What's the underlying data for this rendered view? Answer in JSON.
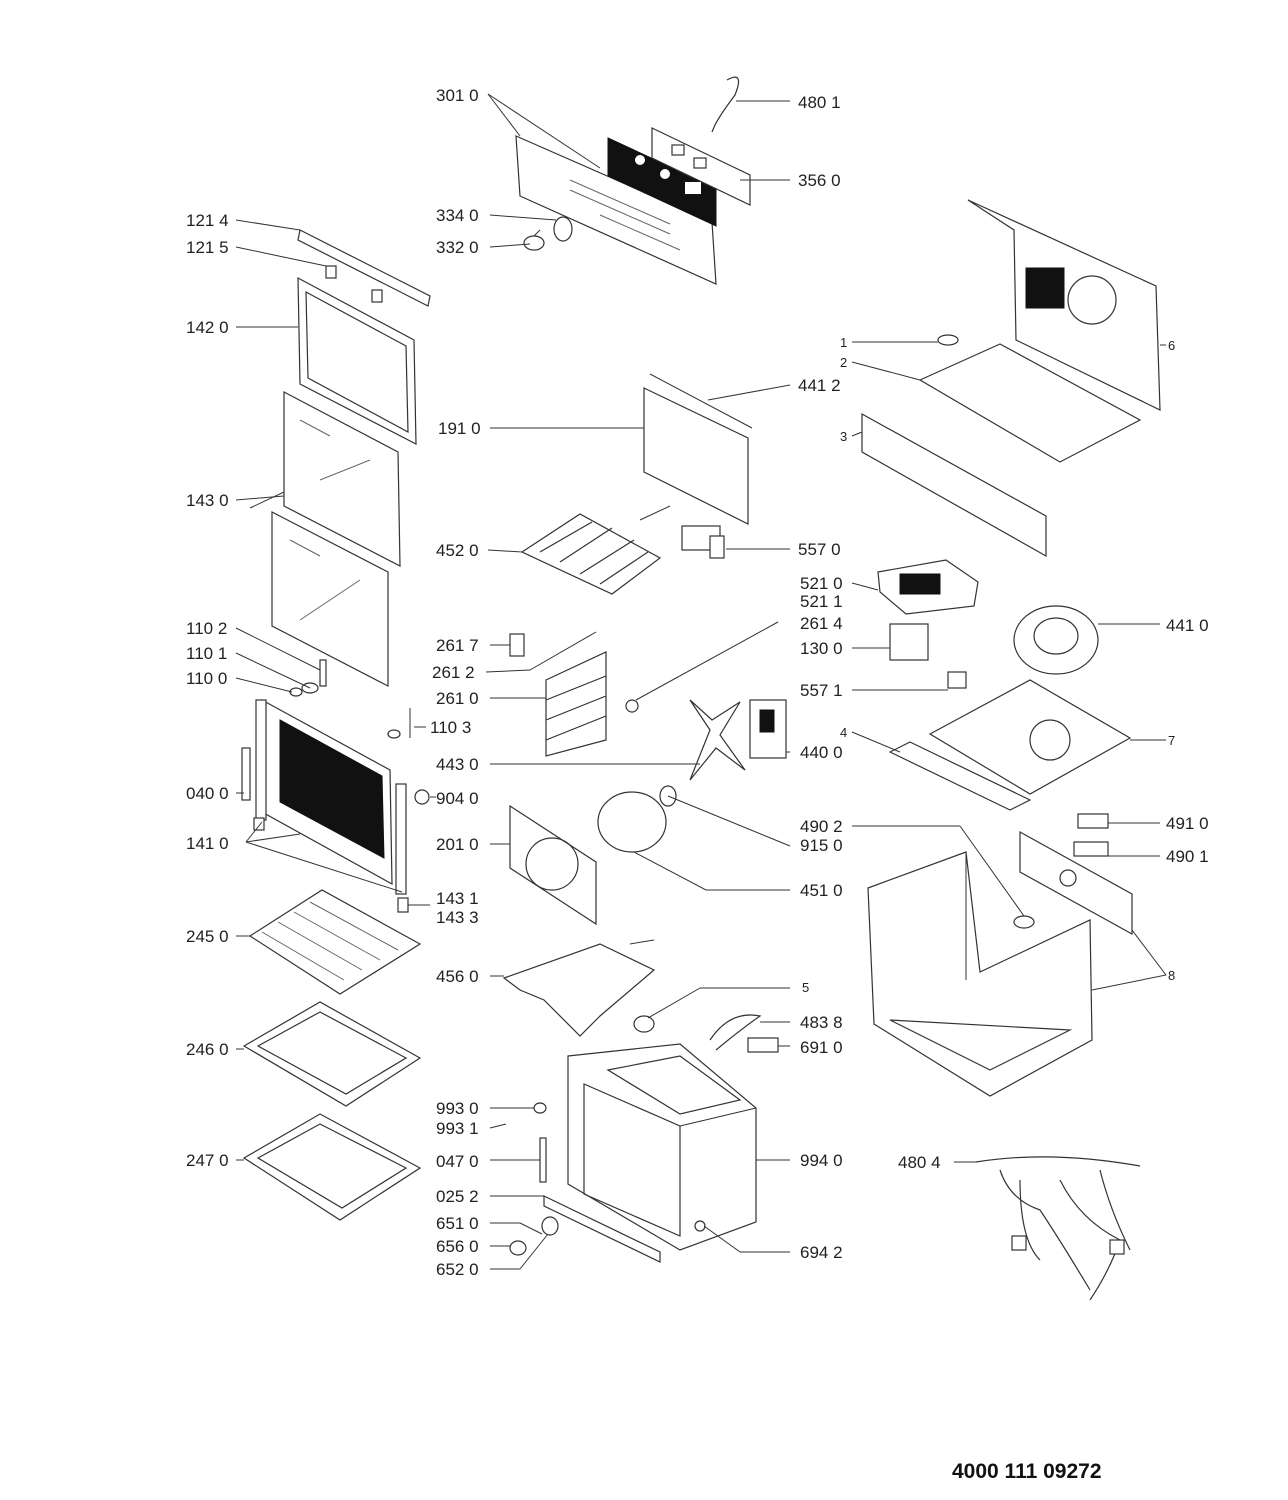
{
  "document_number": "4000 111 09272",
  "labels": {
    "p301_0": "301 0",
    "p480_1": "480 1",
    "p356_0": "356 0",
    "p121_4": "121 4",
    "p121_5": "121 5",
    "p334_0": "334 0",
    "p332_0": "332 0",
    "p142_0": "142 0",
    "p441_2": "441 2",
    "p191_0": "191 0",
    "p143_0": "143 0",
    "p452_0": "452 0",
    "p557_0": "557 0",
    "p521_0": "521 0",
    "p521_1": "521 1",
    "p261_4": "261 4",
    "p441_0": "441 0",
    "p110_2": "110 2",
    "p261_7": "261 7",
    "p130_0": "130 0",
    "p110_1": "110 1",
    "p261_2": "261 2",
    "p110_0": "110 0",
    "p261_0": "261 0",
    "p557_1": "557 1",
    "p110_3": "110 3",
    "p443_0": "443 0",
    "p440_0": "440 0",
    "p040_0": "040 0",
    "p904_0": "904 0",
    "p490_2": "490 2",
    "p491_0": "491 0",
    "p141_0": "141 0",
    "p201_0": "201 0",
    "p915_0": "915 0",
    "p490_1": "490 1",
    "p451_0": "451 0",
    "p143_1": "143 1",
    "p143_3": "143 3",
    "p245_0": "245 0",
    "p456_0": "456 0",
    "p483_8": "483 8",
    "p246_0": "246 0",
    "p691_0": "691 0",
    "p993_0": "993 0",
    "p993_1": "993 1",
    "p247_0": "247 0",
    "p047_0": "047 0",
    "p994_0": "994 0",
    "p480_4": "480 4",
    "p025_2": "025 2",
    "p651_0": "651 0",
    "p694_2": "694 2",
    "p656_0": "656 0",
    "p652_0": "652 0",
    "n1": "1",
    "n2": "2",
    "n3": "3",
    "n4": "4",
    "n5": "5",
    "n6": "6",
    "n7": "7",
    "n8": "8"
  }
}
